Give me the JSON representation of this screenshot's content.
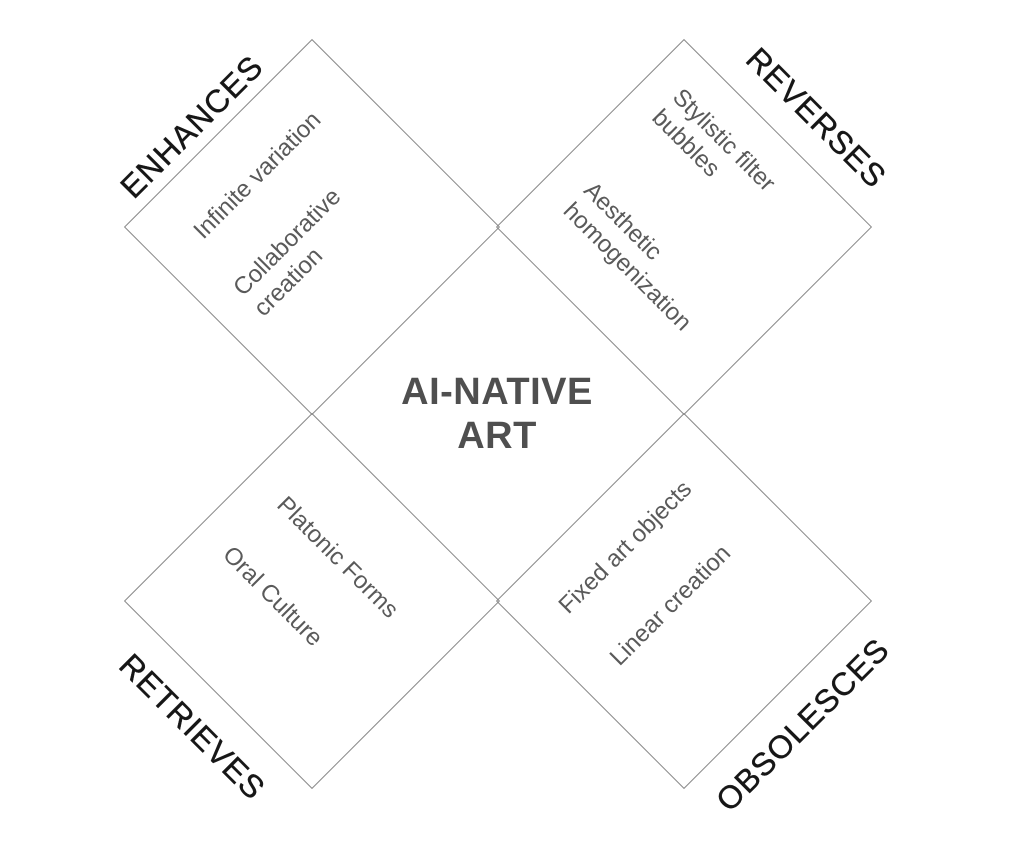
{
  "diagram": {
    "type": "mcluhan-tetrad",
    "title": "AI-NATIVE\nART",
    "quadrants": [
      {
        "id": "enhances",
        "label": "ENHANCES",
        "position": "top-left",
        "items": [
          "Infinite variation",
          "Collaborative\ncreation"
        ]
      },
      {
        "id": "reverses",
        "label": "REVERSES",
        "position": "top-right",
        "items": [
          "Stylistic filter\nbubbles",
          "Aesthetic\nhomogenization"
        ]
      },
      {
        "id": "retrieves",
        "label": "RETRIEVES",
        "position": "bottom-left",
        "items": [
          "Platonic Forms",
          "Oral Culture"
        ]
      },
      {
        "id": "obsolesces",
        "label": "OBSOLESCES",
        "position": "bottom-right",
        "items": [
          "Fixed art objects",
          "Linear creation"
        ]
      }
    ],
    "colors": {
      "background": "#ffffff",
      "outline": "#8a8a8a",
      "label_text": "#161616",
      "item_text": "#5a5a5a",
      "title_text": "#4f4f4f"
    }
  }
}
